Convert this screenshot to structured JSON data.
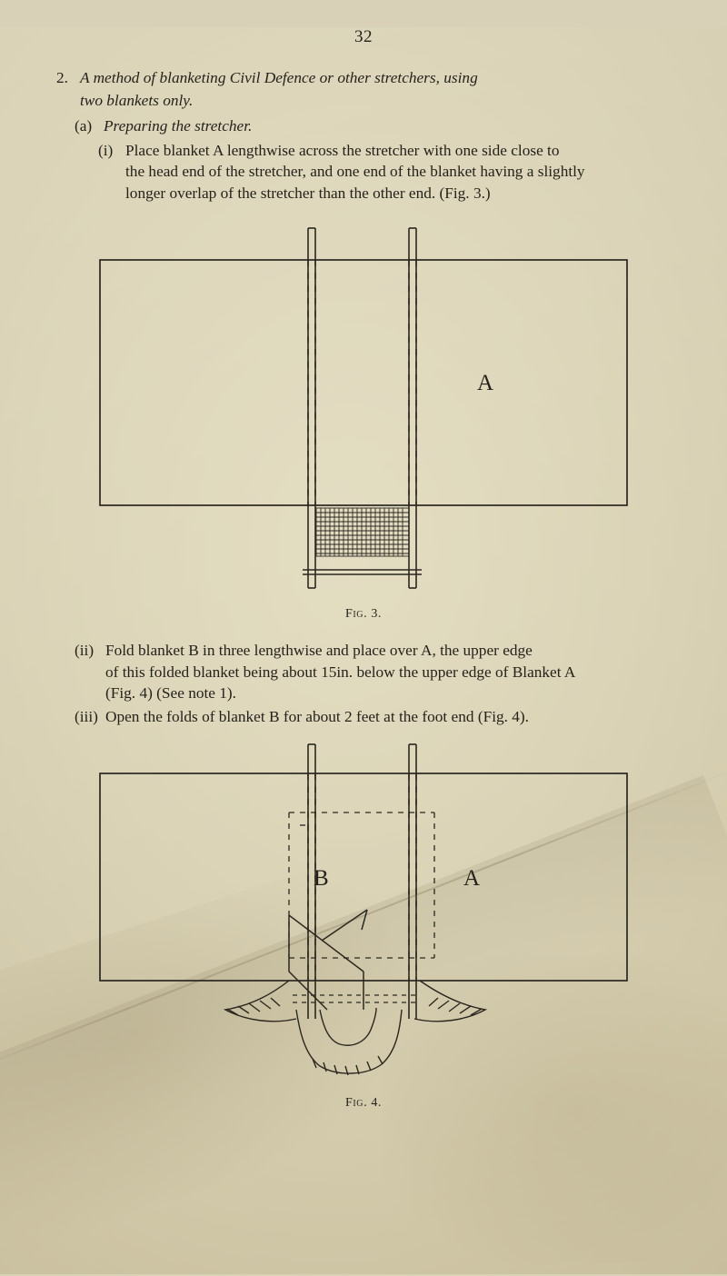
{
  "page": {
    "number": "32"
  },
  "sections": [
    {
      "marker": "2.",
      "text_line1": "A method of blanketing Civil Defence or other stretchers, using",
      "text_line2": "two blankets only."
    },
    {
      "marker": "(a)",
      "text": "Preparing the stretcher."
    }
  ],
  "items": [
    {
      "marker": "(i)",
      "lines": [
        "Place blanket A lengthwise across the stretcher with one side close to",
        "the head end of the stretcher, and one end of the blanket having a slightly",
        "longer overlap of the stretcher than the other end.   (Fig. 3.)"
      ]
    },
    {
      "marker": "(ii)",
      "lines": [
        "Fold blanket B in three lengthwise and place over A, the upper edge",
        "of this folded blanket being about 15in. below the upper edge of Blanket A",
        "(Fig. 4) (See note 1)."
      ]
    },
    {
      "marker": "(iii)",
      "lines": [
        "Open the folds of blanket B for about 2 feet at the foot end (Fig. 4)."
      ]
    }
  ],
  "figures": [
    {
      "caption_prefix": "Fig.",
      "caption_number": "3.",
      "labels": [
        "A"
      ]
    },
    {
      "caption_prefix": "Fig.",
      "caption_number": "4.",
      "labels": [
        "B",
        "A"
      ]
    }
  ],
  "colors": {
    "paper": "#d8d1b8",
    "ink": "#25221c",
    "line": "#2b2720"
  }
}
